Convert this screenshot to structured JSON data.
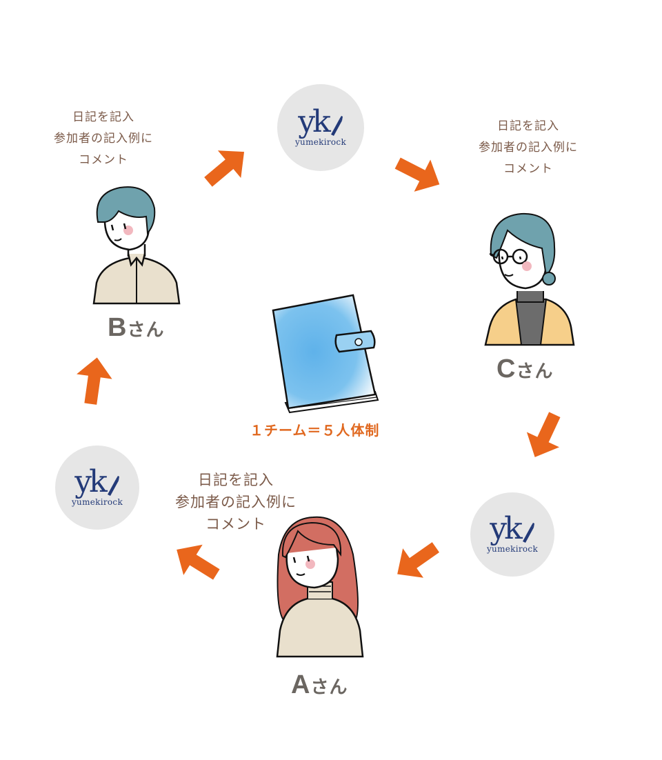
{
  "note_text": "日記を記入\n参加者の記入例に\nコメント",
  "brand": {
    "letters": "yk",
    "word": "yumekirock"
  },
  "center_caption": "１チーム＝５人体制",
  "persons": [
    {
      "key": "b",
      "letter": "B",
      "suffix": "さん"
    },
    {
      "key": "c",
      "letter": "C",
      "suffix": "さん"
    },
    {
      "key": "a",
      "letter": "A",
      "suffix": "さん"
    }
  ],
  "colors": {
    "arrow": "#e9661c",
    "note": "#7b5a49",
    "brand": "#233a78",
    "badge_bg": "#e6e6e6",
    "label": "#6b6661",
    "caption": "#e0681f",
    "hair_teal": "#6fa2ad",
    "hair_red": "#d26e62",
    "shirt_beige": "#e9e0cd",
    "cardigan_yellow": "#f6cf8a",
    "notebook_blue": "#6bb8e8"
  },
  "icons": [
    "yumekirock-logo",
    "pen-icon",
    "arrow-icon",
    "person-b-icon",
    "person-c-icon",
    "person-a-icon",
    "notebook-icon"
  ]
}
